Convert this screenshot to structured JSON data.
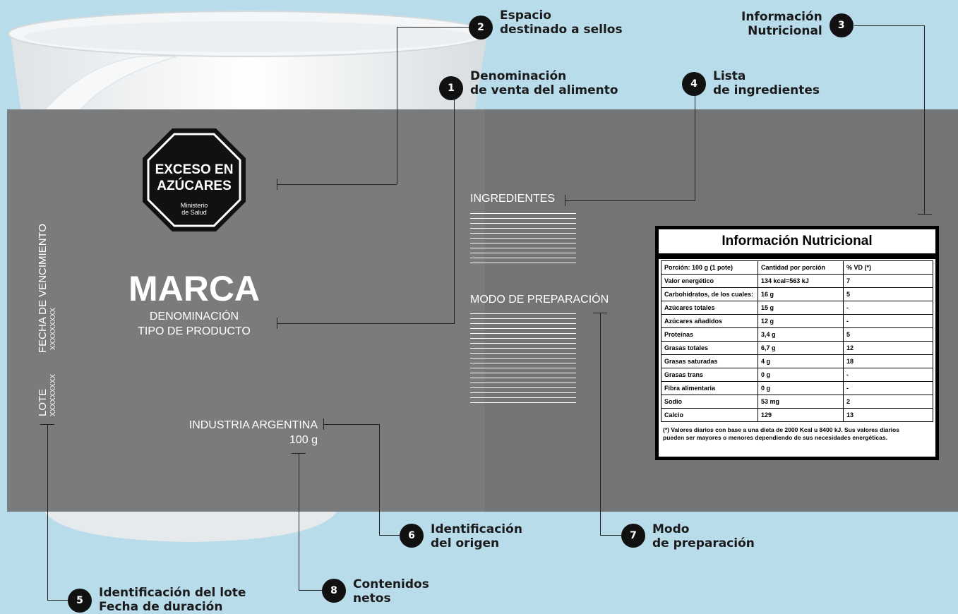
{
  "callouts": {
    "c1": {
      "num": "1",
      "line1": "Denominación",
      "line2": "de venta del alimento"
    },
    "c2": {
      "num": "2",
      "line1": "Espacio",
      "line2": "destinado a sellos"
    },
    "c3": {
      "num": "3",
      "line1": "Información",
      "line2": "Nutricional"
    },
    "c4": {
      "num": "4",
      "line1": "Lista",
      "line2": "de ingredientes"
    },
    "c5": {
      "num": "5",
      "line1": "Identificación del lote",
      "line2": "Fecha de duración"
    },
    "c6": {
      "num": "6",
      "line1": "Identificación",
      "line2": "del origen"
    },
    "c7": {
      "num": "7",
      "line1": "Modo",
      "line2": "de preparación"
    },
    "c8": {
      "num": "8",
      "line1": "Contenidos",
      "line2": "netos"
    }
  },
  "seal": {
    "line1": "EXCESO EN",
    "line2": "AZÚCARES",
    "line3": "Ministerio",
    "line4": "de Salud"
  },
  "brand": {
    "name": "MARCA",
    "line1": "DENOMINACIÓN",
    "line2": "TIPO DE PRODUCTO"
  },
  "side": {
    "venc_label": "FECHA DE VENCIMIENTO",
    "venc_value": "XXXXXXXXX",
    "lote_label": "LOTE",
    "lote_value": "XXXXXXXXX"
  },
  "origin": {
    "text": "INDUSTRIA ARGENTINA",
    "net": "100 g"
  },
  "sections": {
    "ingredients": "INGREDIENTES",
    "preparation": "MODO DE PREPARACIÓN"
  },
  "nutrition": {
    "title": "Información Nutricional",
    "header": [
      "Porción: 100 g (1 pote)",
      "Cantidad por porción",
      "% VD (*)"
    ],
    "rows": [
      [
        "Valor energético",
        "134 kcal=563 kJ",
        "7"
      ],
      [
        "Carbohidratos, de los cuales:",
        "16 g",
        "5"
      ],
      [
        "Azúcares totales",
        "15 g",
        "-"
      ],
      [
        "Azúcares añadidos",
        "12 g",
        "-"
      ],
      [
        "Proteínas",
        "3,4 g",
        "5"
      ],
      [
        "Grasas totales",
        "6,7 g",
        "12"
      ],
      [
        "Grasas saturadas",
        "4 g",
        "18"
      ],
      [
        "Grasas trans",
        "0 g",
        "-"
      ],
      [
        "Fibra alimentaria",
        "0 g",
        "-"
      ],
      [
        "Sodio",
        "53 mg",
        "2"
      ],
      [
        "Calcio",
        "129",
        "13"
      ]
    ],
    "footnote1": "(*) Valores diarios con base a una dieta de 2000 Kcal u 8400 kJ. Sus valores diarios",
    "footnote2": "pueden ser mayores o menores dependiendo de sus necesidades energéticas."
  },
  "colors": {
    "background": "#b8dcea",
    "label": "#7a7b7d",
    "seal": "#111111"
  }
}
